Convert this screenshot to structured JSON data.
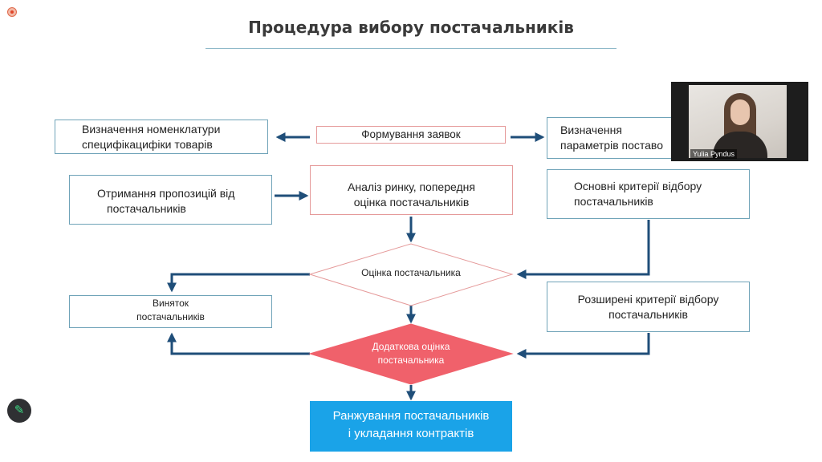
{
  "slide": {
    "title": "Процедура вибору постачальників"
  },
  "boxes": {
    "nomenclature": [
      "Визначення номенклатури",
      "специфікацифіки товарів"
    ],
    "requests": [
      "Формування заявок"
    ],
    "parameters": [
      "Визначення",
      "параметрів поставо"
    ],
    "proposals": [
      "Отримання пропозицій від",
      "постачальників"
    ],
    "market": [
      "Аналіз ринку, попередня",
      "оцінка постачальників"
    ],
    "basic_criteria": [
      "Основні критерії відбору",
      "постачальників"
    ],
    "supplier_eval": [
      "Оцінка постачальника"
    ],
    "exclusion": [
      "Виняток",
      "постачальників"
    ],
    "extended_criteria": [
      "Розширені критерії відбору",
      "постачальників"
    ],
    "additional_eval": [
      "Додаткова оцінка",
      "постачальника"
    ],
    "ranking": [
      "Ранжування постачальників",
      "і укладання контрактів"
    ]
  },
  "video": {
    "participant_name": "Yulia Pyndus"
  },
  "icons": {
    "recording": "recording-indicator-icon",
    "pen": "pen-icon"
  },
  "colors": {
    "arrow": "#1f4e79",
    "box_border": "#6fa3b8",
    "box_border_red": "#e59a9a",
    "decision_fill": "#f0616b",
    "final_fill": "#1aa3e8"
  }
}
